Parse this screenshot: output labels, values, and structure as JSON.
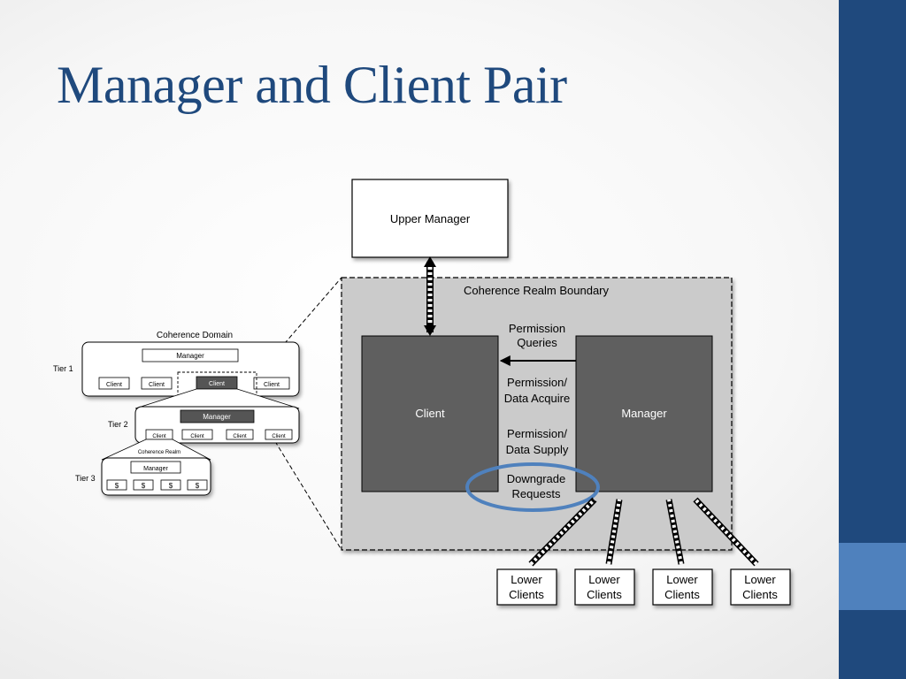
{
  "slide": {
    "title": "Manager and Client Pair",
    "colors": {
      "title": "#1f497d",
      "band": "#1f497d",
      "accent": "#4f81bd",
      "highlight_ellipse": "#4f81bd"
    }
  },
  "diagram": {
    "upper_manager": "Upper Manager",
    "realm_boundary": "Coherence Realm Boundary",
    "client": "Client",
    "manager": "Manager",
    "messages": {
      "permission_queries": [
        "Permission",
        "Queries"
      ],
      "permission_data_acquire": [
        "Permission/",
        "Data Acquire"
      ],
      "permission_data_supply": [
        "Permission/",
        "Data Supply"
      ],
      "downgrade_requests": [
        "Downgrade",
        "Requests"
      ]
    },
    "lower_clients": [
      {
        "line1": "Lower",
        "line2": "Clients"
      },
      {
        "line1": "Lower",
        "line2": "Clients"
      },
      {
        "line1": "Lower",
        "line2": "Clients"
      },
      {
        "line1": "Lower",
        "line2": "Clients"
      }
    ]
  },
  "hierarchy": {
    "domain_label": "Coherence Domain",
    "realm_label": "Coherence Realm",
    "manager_label": "Manager",
    "client_label": "Client",
    "cache_label": "$",
    "tiers": [
      "Tier 1",
      "Tier 2",
      "Tier 3"
    ]
  }
}
